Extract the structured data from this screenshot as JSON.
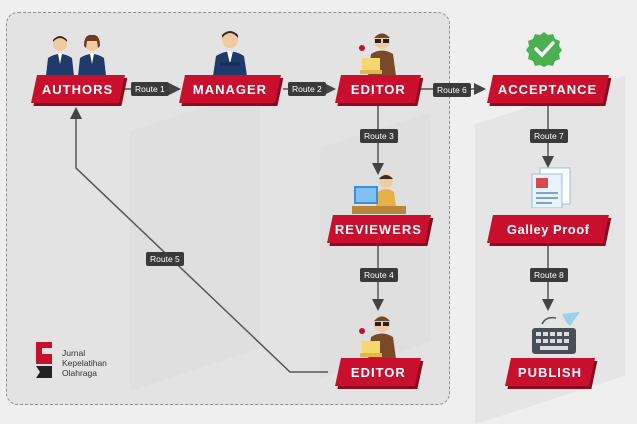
{
  "nodes": {
    "authors": "AUTHORS",
    "manager": "MANAGER",
    "editor_top": "EDITOR",
    "acceptance": "ACCEPTANCE",
    "reviewers": "REVIEWERS",
    "galley_proof": "Galley Proof",
    "editor_bottom": "EDITOR",
    "publish": "PUBLISH"
  },
  "routes": {
    "r1": "Route 1",
    "r2": "Route 2",
    "r3": "Route 3",
    "r4": "Route 4",
    "r5": "Route 5",
    "r6": "Route 6",
    "r7": "Route 7",
    "r8": "Route 8"
  },
  "logo": {
    "line1": "Jurnal",
    "line2": "Kepelatihan",
    "line3": "Olahraga"
  },
  "colors": {
    "node_red": "#c8102e",
    "route_label": "#3a3a3a",
    "check_green": "#4caf50"
  },
  "icons": [
    "authors-people-icon",
    "manager-person-icon",
    "editor-person-icon",
    "acceptance-check-icon",
    "reviewer-person-icon",
    "galley-document-icon",
    "publish-keyboard-icon"
  ]
}
